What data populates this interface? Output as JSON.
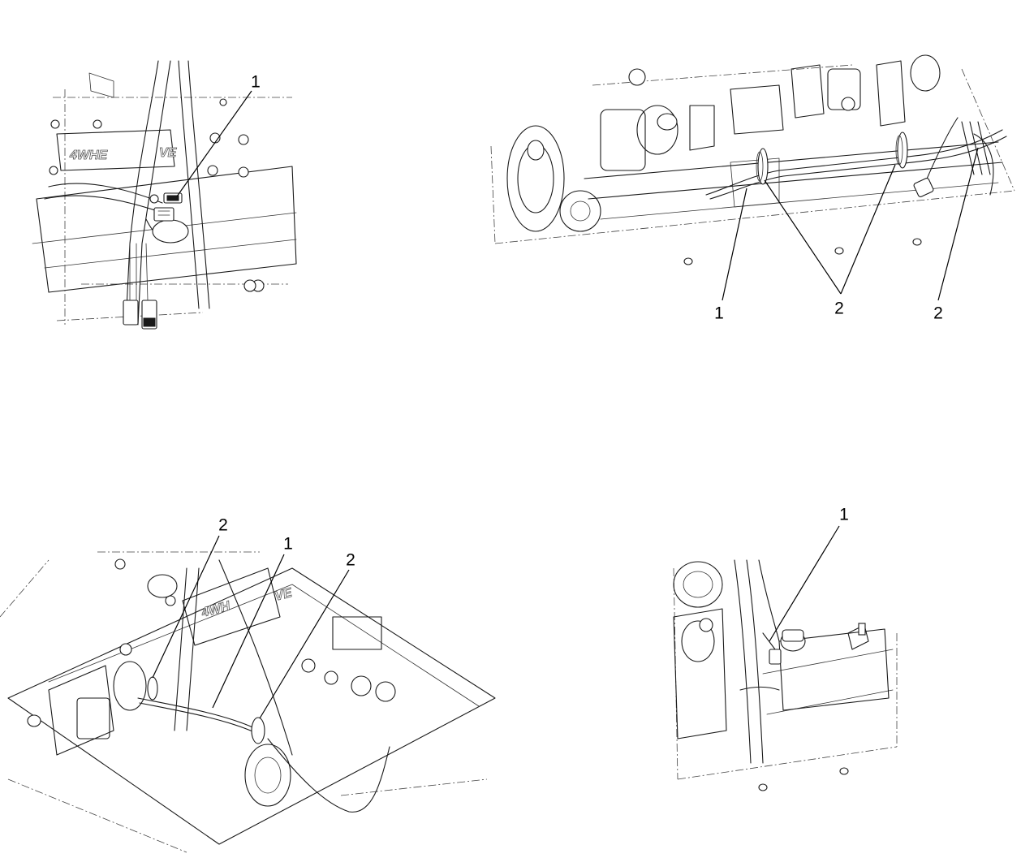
{
  "views": [
    {
      "id": "top-left",
      "plate_text": "4WHE",
      "plate_text_suffix": "VE",
      "callouts": [
        {
          "id": "tl-1",
          "label": "1"
        }
      ]
    },
    {
      "id": "top-right",
      "callouts": [
        {
          "id": "tr-1",
          "label": "1"
        },
        {
          "id": "tr-2a",
          "label": "2"
        },
        {
          "id": "tr-2b",
          "label": "2"
        }
      ]
    },
    {
      "id": "bottom-left",
      "plate_text": "4WH",
      "plate_text_suffix": "VE",
      "callouts": [
        {
          "id": "bl-2a",
          "label": "2"
        },
        {
          "id": "bl-1",
          "label": "1"
        },
        {
          "id": "bl-2b",
          "label": "2"
        }
      ]
    },
    {
      "id": "bottom-right",
      "callouts": [
        {
          "id": "br-1",
          "label": "1"
        }
      ]
    }
  ],
  "colors": {
    "line": "#1a1a1a",
    "background": "#ffffff"
  }
}
